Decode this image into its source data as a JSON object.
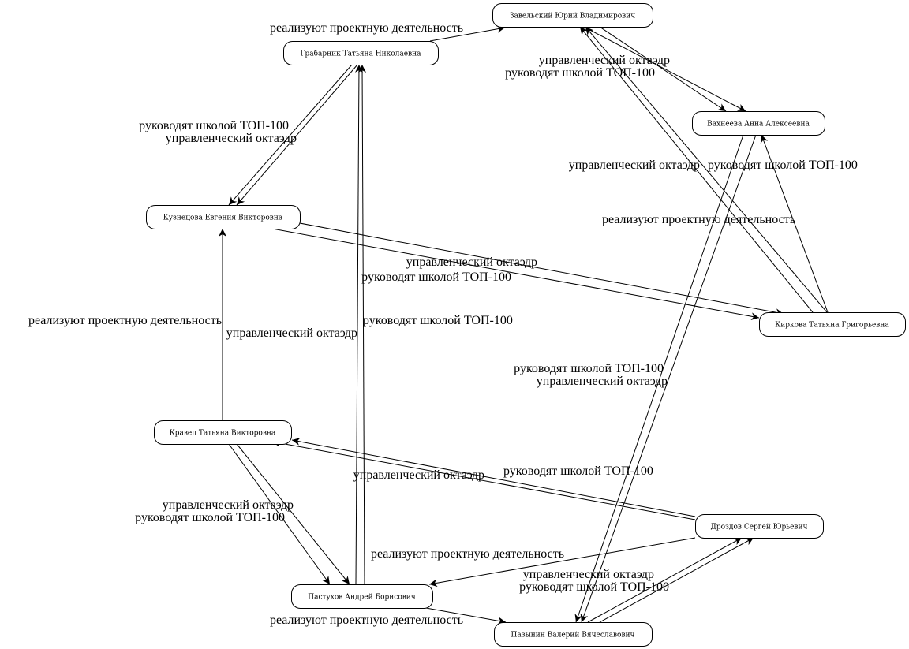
{
  "diagram": {
    "type": "directed-graph",
    "nodes": [
      {
        "id": "zavelsky",
        "label": "Завельский Юрий Владимирович"
      },
      {
        "id": "grabarnik",
        "label": "Грабарник Татьяна Николаевна"
      },
      {
        "id": "vakhneeva",
        "label": "Вахнеева Анна Алексеевна"
      },
      {
        "id": "kuznetsova",
        "label": "Кузнецова Евгения Викторовна"
      },
      {
        "id": "kirkova",
        "label": "Киркова Татьяна Григорьевна"
      },
      {
        "id": "kravets",
        "label": "Кравец Татьяна Викторовна"
      },
      {
        "id": "drozdov",
        "label": "Дроздов Сергей Юрьевич"
      },
      {
        "id": "pastukhov",
        "label": "Пастухов Андрей Борисович"
      },
      {
        "id": "pazynin",
        "label": "Пазынин Валерий Вячеславович"
      }
    ],
    "edges": [
      {
        "from": "grabarnik",
        "to": "zavelsky",
        "label": "реализуют проектную деятельность"
      },
      {
        "from": "zavelsky",
        "to": "vakhneeva",
        "label": "управленческий октаэдр"
      },
      {
        "from": "zavelsky",
        "to": "vakhneeva",
        "label": "руководят школой ТОП-100"
      },
      {
        "from": "grabarnik",
        "to": "kuznetsova",
        "label": "руководят школой ТОП-100"
      },
      {
        "from": "grabarnik",
        "to": "kuznetsova",
        "label": "управленческий октаэдр"
      },
      {
        "from": "kirkova",
        "to": "zavelsky",
        "label": "управленческий октаэдр"
      },
      {
        "from": "kirkova",
        "to": "zavelsky",
        "label": "руководят школой ТОП-100"
      },
      {
        "from": "kirkova",
        "to": "vakhneeva",
        "label": "реализуют проектную деятельность"
      },
      {
        "from": "kuznetsova",
        "to": "kirkova",
        "label": "управленческий октаэдр"
      },
      {
        "from": "kuznetsova",
        "to": "kirkova",
        "label": "руководят школой ТОП-100"
      },
      {
        "from": "kravets",
        "to": "kuznetsova",
        "label": "реализуют проектную деятельность"
      },
      {
        "from": "pastukhov",
        "to": "grabarnik",
        "label": "управленческий октаэдр"
      },
      {
        "from": "pastukhov",
        "to": "grabarnik",
        "label": "руководят школой ТОП-100"
      },
      {
        "from": "vakhneeva",
        "to": "pazynin",
        "label": "руководят школой ТОП-100"
      },
      {
        "from": "vakhneeva",
        "to": "pazynin",
        "label": "управленческий октаэдр"
      },
      {
        "from": "drozdov",
        "to": "kravets",
        "label": "управленческий октаэдр"
      },
      {
        "from": "drozdov",
        "to": "kravets",
        "label": "руководят школой ТОП-100"
      },
      {
        "from": "kravets",
        "to": "pastukhov",
        "label": "управленческий октаэдр"
      },
      {
        "from": "kravets",
        "to": "pastukhov",
        "label": "руководят школой ТОП-100"
      },
      {
        "from": "drozdov",
        "to": "pastukhov",
        "label": "реализуют проектную деятельность"
      },
      {
        "from": "pazynin",
        "to": "drozdov",
        "label": "управленческий октаэдр"
      },
      {
        "from": "pazynin",
        "to": "drozdov",
        "label": "руководят школой ТОП-100"
      },
      {
        "from": "pastukhov",
        "to": "pazynin",
        "label": "реализуют проектную деятельность"
      }
    ]
  }
}
